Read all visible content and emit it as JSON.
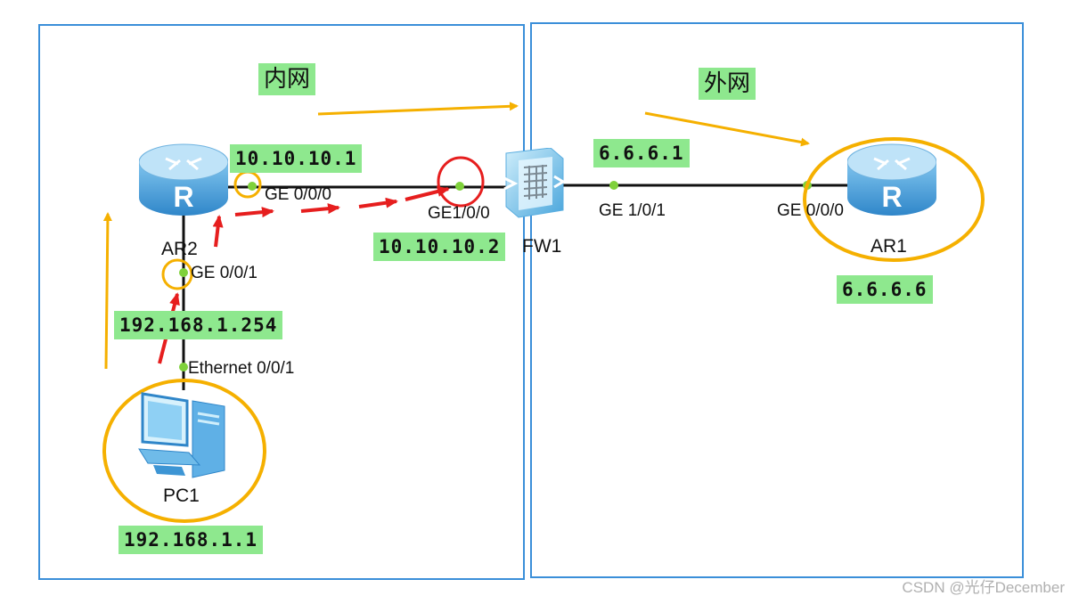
{
  "zones": {
    "inner_label": "内网",
    "outer_label": "外网"
  },
  "devices": {
    "ar2": "AR2",
    "fw1": "FW1",
    "ar1": "AR1",
    "pc1": "PC1"
  },
  "ips": {
    "ar2_ge000": "10.10.10.1",
    "fw1_ge100": "10.10.10.2",
    "fw1_ge101": "6.6.6.1",
    "ar1_ge000": "6.6.6.6",
    "ar2_ge001": "192.168.1.254",
    "pc1": "192.168.1.1"
  },
  "ports": {
    "ar2_ge000": "GE 0/0/0",
    "ar2_ge001": "GE 0/0/1",
    "fw1_ge100": "GE1/0/0",
    "fw1_ge101": "GE 1/0/1",
    "ar1_ge000": "GE 0/0/0",
    "pc1_eth": "Ethernet 0/0/1"
  },
  "icons": {
    "router": "router-icon",
    "firewall": "firewall-icon",
    "pc": "pc-icon"
  },
  "colors": {
    "zone_border": "#3b8fd9",
    "label_bg": "#8ee88e",
    "highlight_orange": "#f5b000",
    "highlight_red": "#e61e1e",
    "link_dot": "#7fd13b"
  },
  "watermark": "CSDN @光仔December"
}
